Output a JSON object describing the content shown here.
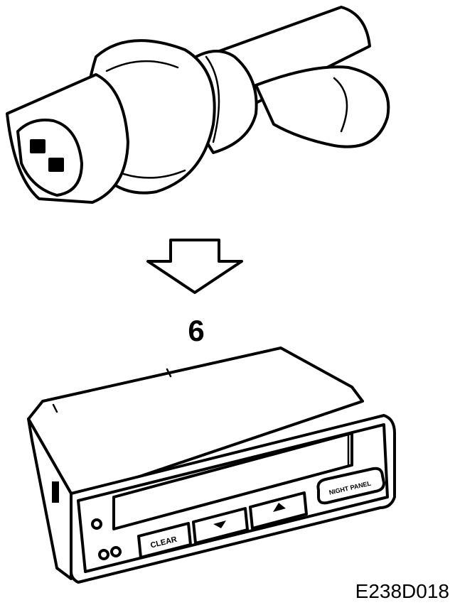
{
  "step_number": "6",
  "figure_code": "E238D018",
  "display_unit": {
    "clear_label": "CLEAR",
    "night_panel_label": "NIGHT PANEL"
  },
  "icons": {
    "sensor": "pressure-sensor-icon",
    "arrow": "down-arrow-icon",
    "down_button": "triangle-down-icon",
    "up_button": "triangle-up-icon"
  },
  "colors": {
    "ink": "#000000",
    "background": "#ffffff"
  }
}
